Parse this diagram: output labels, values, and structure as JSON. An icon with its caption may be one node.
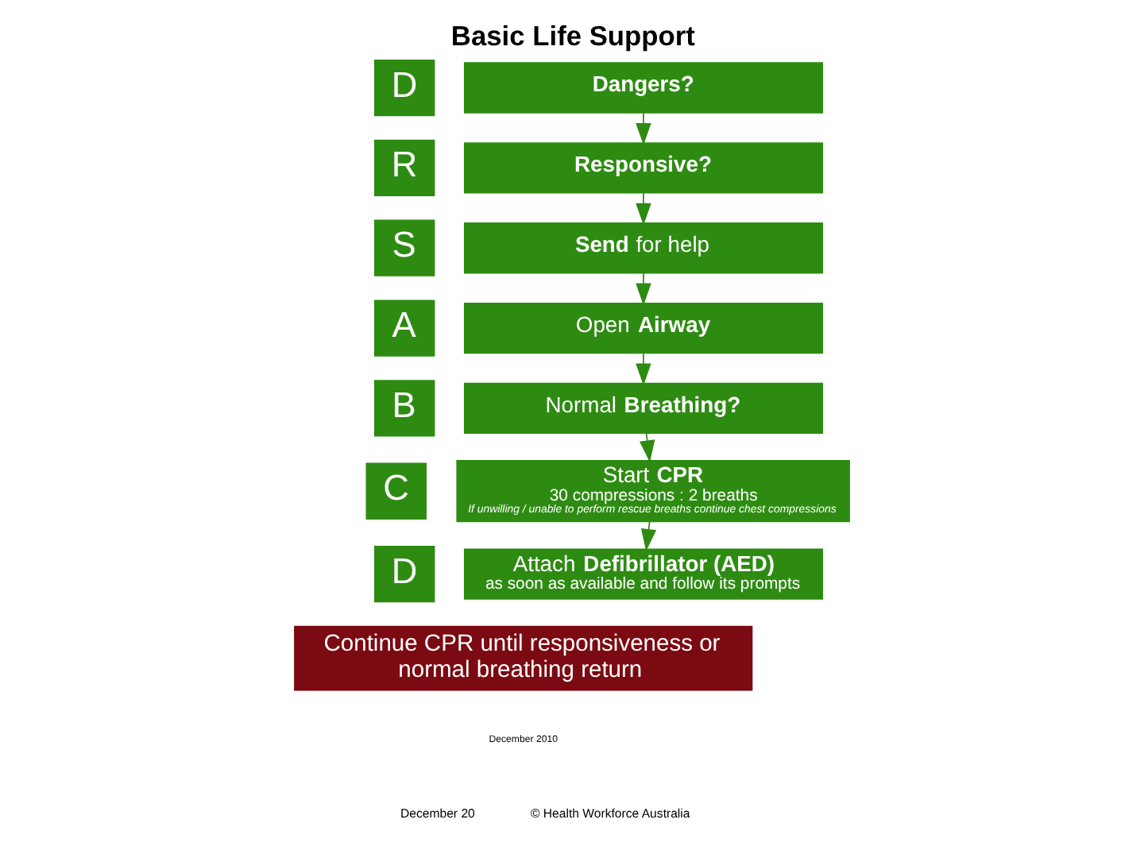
{
  "diagram": {
    "title": "Basic Life Support",
    "nodes": [
      {
        "text": [
          "D"
        ]
      },
      {
        "text": [
          "**Dangers?**"
        ]
      },
      {
        "text": [
          "R"
        ]
      },
      {
        "text": [
          "**Responsive?**"
        ]
      },
      {
        "text": [
          "S"
        ]
      },
      {
        "text": [
          "**Send** for help"
        ]
      },
      {
        "text": [
          "A"
        ]
      },
      {
        "text": [
          "Open **Airway**"
        ]
      },
      {
        "text": [
          "B"
        ]
      },
      {
        "text": [
          "Normal **Breathing?**"
        ]
      },
      {
        "text": [
          "C"
        ]
      },
      {
        "text": [
          "Start **CPR**",
          "30 compressions : 2 breaths",
          "*If unwilling / unable to perform rescue breaths continue chest compressions*"
        ]
      },
      {
        "text": [
          "D"
        ]
      },
      {
        "text": [
          "Attach **Defibrillator (AED)**",
          "as soon as available and follow its prompts"
        ]
      },
      {
        "text": [
          "Continue CPR until responsiveness or normal breathing return"
        ]
      }
    ],
    "edges": [
      {
        "from": 1,
        "to": 3,
        "arrow": "to"
      },
      {
        "from": 3,
        "to": 5,
        "arrow": "to"
      },
      {
        "from": 5,
        "to": 7,
        "arrow": "to"
      },
      {
        "from": 7,
        "to": 9,
        "arrow": "to"
      },
      {
        "from": 9,
        "to": 11,
        "arrow": "to"
      },
      {
        "from": 11,
        "to": 13,
        "arrow": "to"
      }
    ],
    "labels": [
      "December 2010",
      "December 20",
      "© Health Workforce Australia"
    ]
  }
}
